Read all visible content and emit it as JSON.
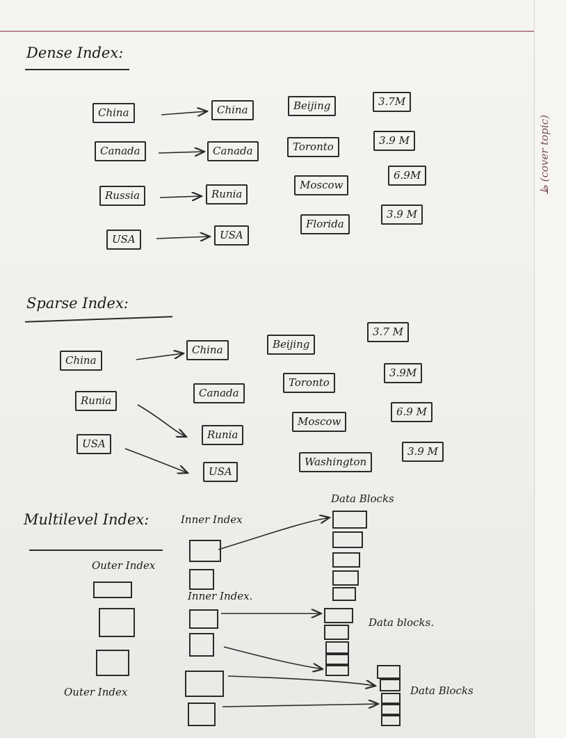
{
  "side_note": "ظ (cover topic)",
  "dense": {
    "heading": "Dense Index:",
    "index": [
      "China",
      "Canada",
      "Russia",
      "USA"
    ],
    "rows": [
      {
        "country": "China",
        "city": "Beijing",
        "pop": "3.7M"
      },
      {
        "country": "Canada",
        "city": "Toronto",
        "pop": "3.9 M"
      },
      {
        "country": "Runia",
        "city": "Moscow",
        "pop": "6.9M"
      },
      {
        "country": "USA",
        "city": "Florida",
        "pop": "3.9 M"
      }
    ]
  },
  "sparse": {
    "heading": "Sparse Index:",
    "index": [
      "China",
      "Runia",
      "USA"
    ],
    "rows": [
      {
        "country": "China",
        "city": "Beijing",
        "pop": "3.7 M"
      },
      {
        "country": "Canada",
        "city": "Toronto",
        "pop": "3.9M"
      },
      {
        "country": "Runia",
        "city": "Moscow",
        "pop": "6.9 M"
      },
      {
        "country": "USA",
        "city": "Washington",
        "pop": "3.9 M"
      }
    ]
  },
  "multilevel": {
    "heading": "Multilevel Index:",
    "inner_index_1": "Inner Index",
    "inner_index_2": "Inner Index.",
    "outer_index_1": "Outer Index",
    "outer_index_2": "Outer Index",
    "data_blocks_1": "Data Blocks",
    "data_blocks_2": "Data blocks.",
    "data_blocks_3": "Data Blocks"
  }
}
